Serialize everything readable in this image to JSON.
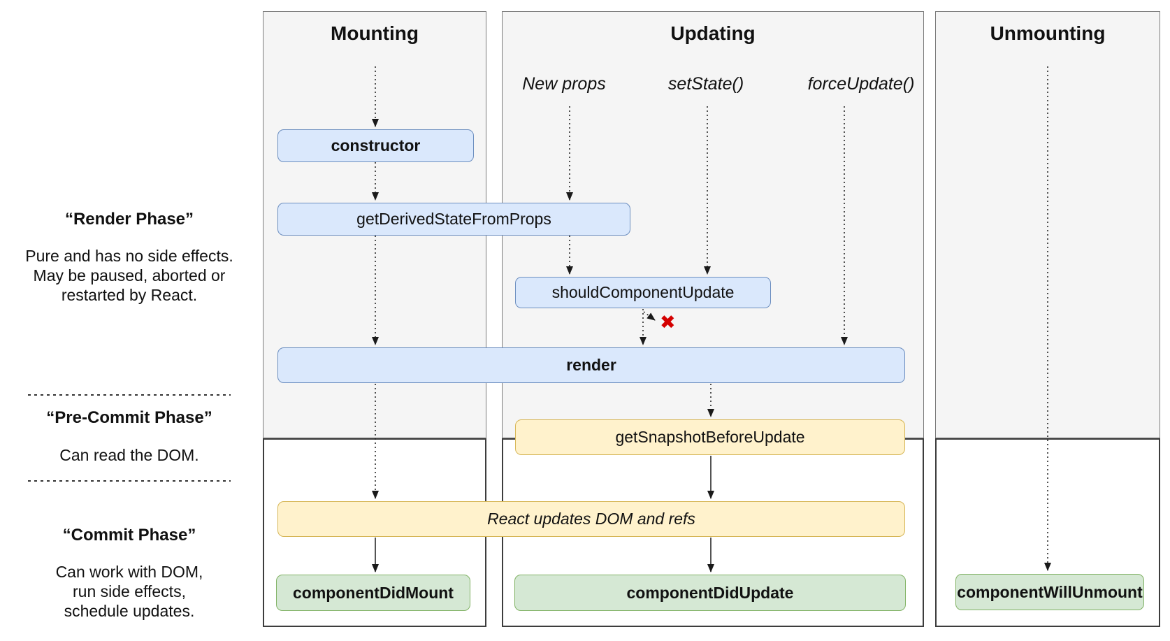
{
  "sidebar": {
    "render_phase": {
      "title": "“Render Phase”",
      "line1": "Pure and has no side effects.",
      "line2": "May be paused, aborted or",
      "line3": "restarted by React."
    },
    "pre_commit_phase": {
      "title": "“Pre-Commit Phase”",
      "line1": "Can read the DOM."
    },
    "commit_phase": {
      "title": "“Commit Phase”",
      "line1": "Can work with DOM,",
      "line2": "run side effects,",
      "line3": "schedule updates."
    }
  },
  "columns": {
    "mounting": {
      "title": "Mounting"
    },
    "updating": {
      "title": "Updating",
      "trigger_new_props": "New props",
      "trigger_set_state": "setState()",
      "trigger_force_update": "forceUpdate()"
    },
    "unmounting": {
      "title": "Unmounting"
    }
  },
  "boxes": {
    "constructor": "constructor",
    "get_derived_state_from_props": "getDerivedStateFromProps",
    "should_component_update": "shouldComponentUpdate",
    "render": "render",
    "get_snapshot_before_update": "getSnapshotBeforeUpdate",
    "react_updates_dom": "React updates DOM and refs",
    "component_did_mount": "componentDidMount",
    "component_did_update": "componentDidUpdate",
    "component_will_unmount": "componentWillUnmount"
  },
  "icons": {
    "reject_x": "✖"
  },
  "colors": {
    "method_blue_fill": "#dae8fc",
    "method_blue_border": "#6c8ebf",
    "side_effect_yellow_fill": "#fff2cc",
    "side_effect_yellow_border": "#d6b656",
    "commit_green_fill": "#d5e8d4",
    "commit_green_border": "#82b366",
    "phase_panel_gray": "#f5f5f5",
    "reject_red": "#d40000"
  }
}
